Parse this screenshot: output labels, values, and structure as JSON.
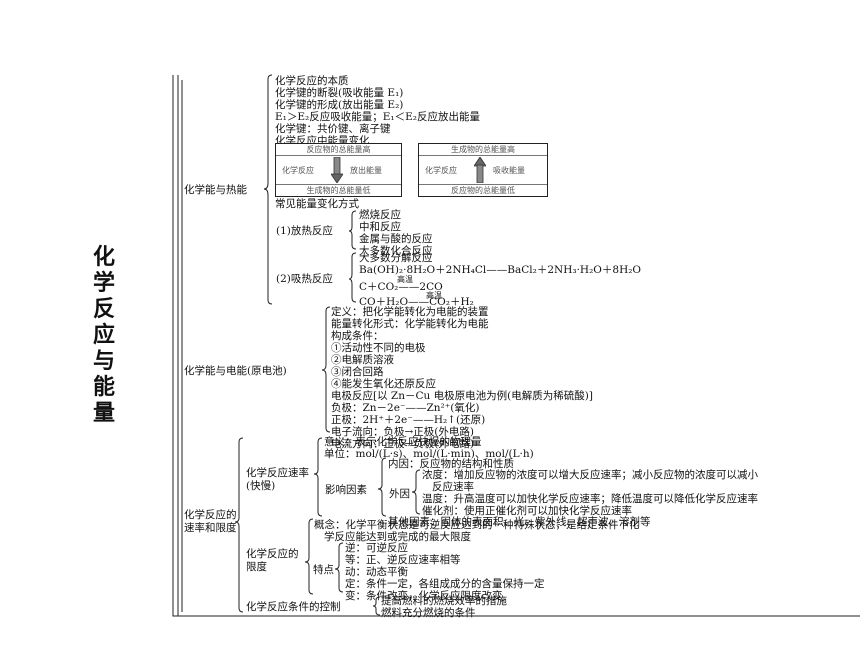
{
  "title": "化学反应与能量",
  "main_branches": {
    "thermal": "化学能与热能",
    "electric": "化学能与电能(原电池)",
    "rate": "化学反应的速率和限度"
  },
  "thermal": {
    "lines": [
      "化学反应的本质",
      "化学键的断裂(吸收能量 E₁)",
      "化学键的形成(放出能量 E₂)",
      "E₁＞E₂反应吸收能量；E₁＜E₂反应放出能量",
      "化学键：共价键、离子键",
      "化学反应中能量变化"
    ],
    "diagram_left": {
      "top": "反应物的总能量高",
      "left": "化学反应",
      "right": "放出能量",
      "bottom": "生成物的总能量低"
    },
    "diagram_right": {
      "top": "生成物的总能量高",
      "left": "化学反应",
      "right": "吸收能量",
      "bottom": "反应物的总能量低"
    },
    "common": "常见能量变化方式",
    "exo_label": "(1)放热反应",
    "exo_items": [
      "燃烧反应",
      "中和反应",
      "金属与酸的反应",
      "大多数化合反应"
    ],
    "endo_label": "(2)吸热反应",
    "endo_items": [
      "大多数分解反应",
      "Ba(OH)₂·8H₂O＋2NH₄Cl——BaCl₂＋2NH₃·H₂O＋8H₂O",
      "C＋CO₂——2CO",
      "CO＋H₂O——CO₂＋H₂"
    ],
    "condition": "高温"
  },
  "electric": {
    "lines": [
      "定义：把化学能转化为电能的装置",
      "能量转化形式：化学能转化为电能",
      "构成条件：",
      "①活动性不同的电极",
      "②电解质溶液",
      "③闭合回路",
      "④能发生氧化还原反应",
      "电极反应[以 Zn－Cu 电极原电池为例(电解质为稀硫酸)]",
      "负极：Zn－2e⁻——Zn²⁺(氧化)",
      "正极：2H⁺＋2e⁻——H₂↑(还原)",
      "电子流向：负极→正极(外电路)",
      "电流方向：正极→负极(外电路)"
    ]
  },
  "rate": {
    "speed_label": "化学反应速率(快慢)",
    "speed_lines": [
      "意义：表示化学反应快慢的物理量",
      "单位：mol/(L·s)、mol/(L·min)、mol/(L·h)"
    ],
    "factors_label": "影响因素",
    "internal": "内因：反应物的结构和性质",
    "external_label": "外因",
    "external_lines": [
      "浓度：增加反应物的浓度可以增大反应速率；减小反应物的浓度可以减小",
      "反应速率",
      "温度：升高温度可以加快化学反应速率；降低温度可以降低化学反应速率",
      "催化剂：使用正催化剂可以加快化学反应速率",
      "其他因素：固体的表面积、光、紫外线、超声波、溶剂等"
    ],
    "limit_label": "化学反应的限度",
    "concept_lines": [
      "概念：化学平衡状态是可逆反应达到的一种特殊状态，是给定条件下化",
      "学反应能达到或完成的最大限度"
    ],
    "features_label": "特点",
    "features": [
      "逆：可逆反应",
      "等：正、逆反应速率相等",
      "动：动态平衡",
      "定：条件一定，各组成成分的含量保持一定",
      "变：条件改变，化学反应限度改变"
    ],
    "control_label": "化学反应条件的控制",
    "control_items": [
      "提高燃料的燃烧效率的措施",
      "燃料充分燃烧的条件"
    ]
  }
}
